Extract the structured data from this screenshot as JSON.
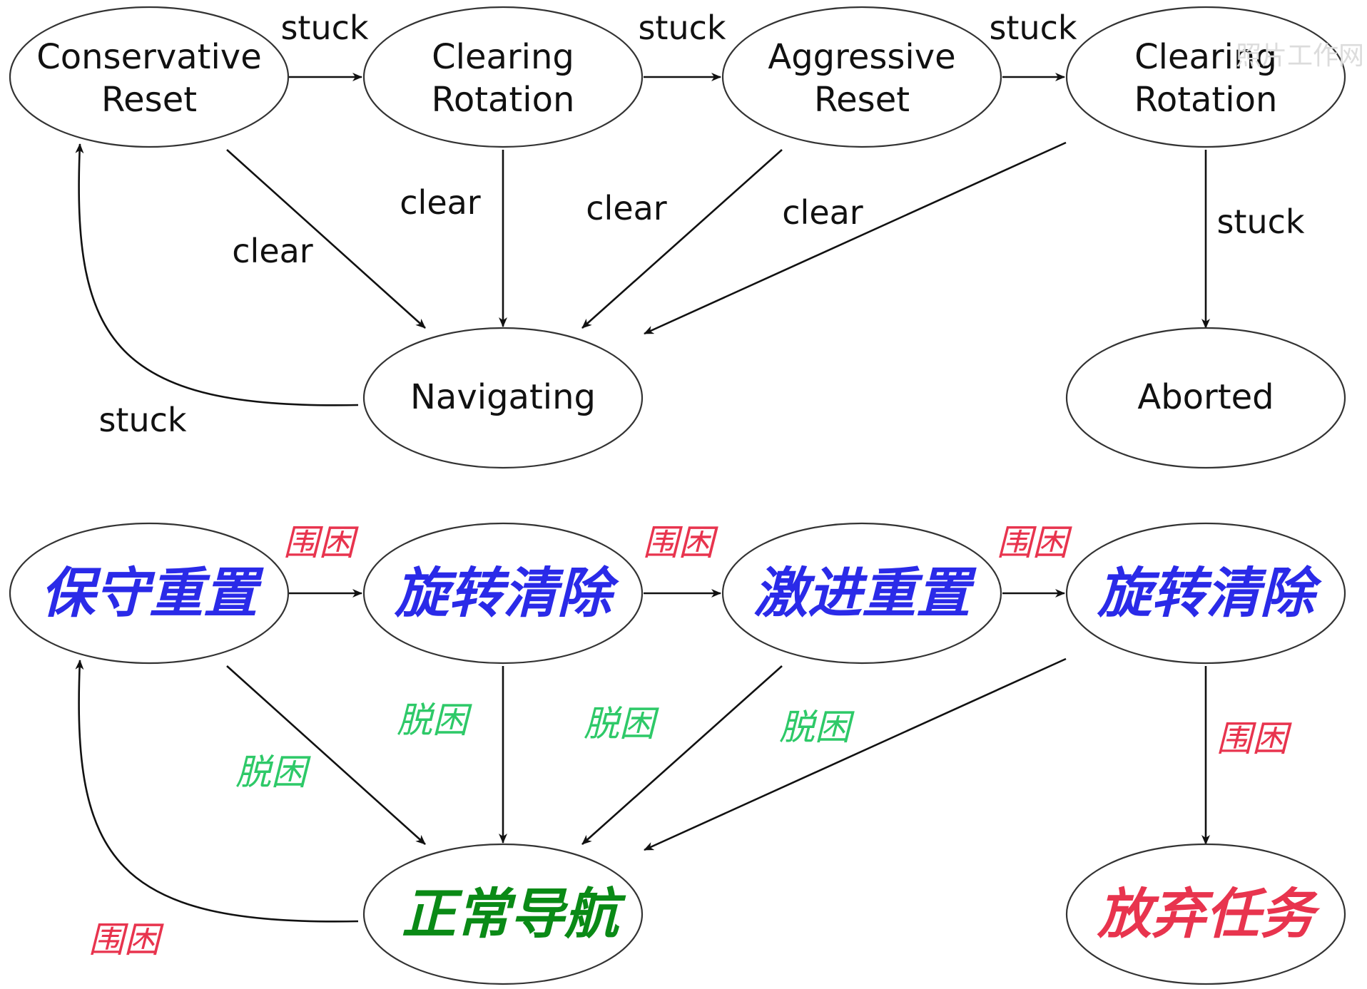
{
  "colors": {
    "state_blue": "#2a2ae8",
    "state_green": "#0a8a16",
    "state_red": "#e8344e",
    "stuck_red": "#e8344e",
    "clear_green": "#2ec968"
  },
  "english_diagram": {
    "nodes": {
      "conservative_reset": [
        "Conservative",
        "Reset"
      ],
      "clearing_rotation_1": [
        "Clearing",
        "Rotation"
      ],
      "aggressive_reset": [
        "Aggressive",
        "Reset"
      ],
      "clearing_rotation_2": [
        "Clearing",
        "Rotation"
      ],
      "navigating": [
        "Navigating"
      ],
      "aborted": [
        "Aborted"
      ]
    },
    "edges": {
      "cons_to_rot1": "stuck",
      "rot1_to_aggr": "stuck",
      "aggr_to_rot2": "stuck",
      "rot2_to_aborted": "stuck",
      "nav_to_cons": "stuck",
      "cons_to_nav": "clear",
      "rot1_to_nav": "clear",
      "aggr_to_nav": "clear",
      "rot2_to_nav": "clear"
    }
  },
  "chinese_diagram": {
    "nodes": {
      "conservative_reset": "保守重置",
      "clearing_rotation_1": "旋转清除",
      "aggressive_reset": "激进重置",
      "clearing_rotation_2": "旋转清除",
      "navigating": "正常导航",
      "aborted": "放弃任务"
    },
    "edges": {
      "cons_to_rot1": "围困",
      "rot1_to_aggr": "围困",
      "aggr_to_rot2": "围困",
      "rot2_to_aborted": "围困",
      "nav_to_cons": "围困",
      "cons_to_nav": "脱困",
      "rot1_to_nav": "脱困",
      "aggr_to_nav": "脱困",
      "rot2_to_nav": "脱困"
    }
  },
  "watermark": "照片工作网"
}
